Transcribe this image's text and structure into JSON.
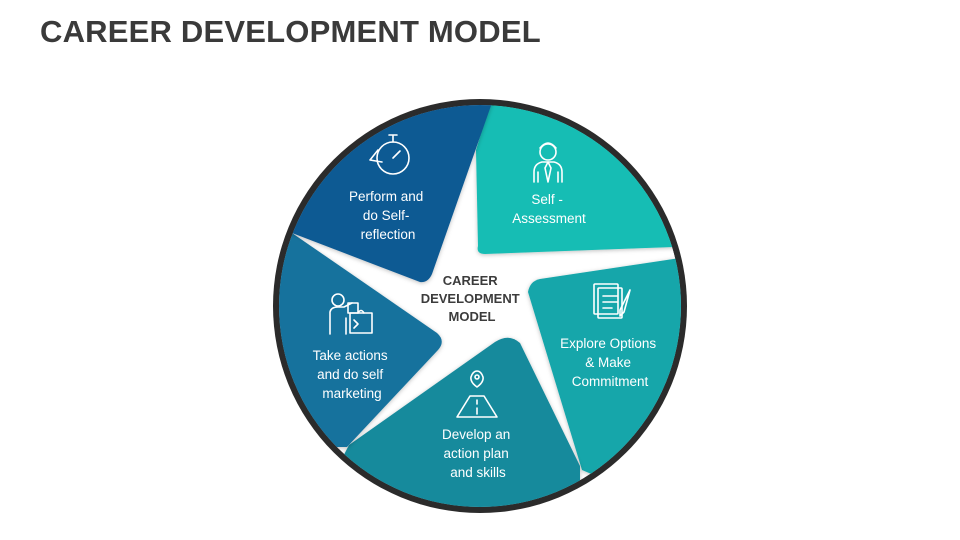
{
  "title": "CAREER DEVELOPMENT MODEL",
  "center": {
    "lines": [
      "CAREER",
      "DEVELOPMENT",
      "MODEL"
    ]
  },
  "segments": [
    {
      "id": "self-assessment",
      "lines": [
        "Self -",
        "Assessment"
      ],
      "color": "#16bdb4",
      "icon": "businessman-icon"
    },
    {
      "id": "explore-options",
      "lines": [
        "Explore Options",
        "& Make",
        "Commitment"
      ],
      "color": "#13a6aa",
      "icon": "document-pen-icon"
    },
    {
      "id": "develop-plan",
      "lines": [
        "Develop an",
        "action plan",
        "and skills"
      ],
      "color": "#168a9c",
      "icon": "road-pin-icon"
    },
    {
      "id": "take-actions",
      "lines": [
        "Take actions",
        "and do self",
        "marketing"
      ],
      "color": "#13729d",
      "icon": "puzzle-person-icon"
    },
    {
      "id": "perform-reflect",
      "lines": [
        "Perform and",
        "do Self-",
        "reflection"
      ],
      "color": "#115a93",
      "icon": "stopwatch-icon"
    }
  ],
  "colors": {
    "ring": "#2b2b2b",
    "star": "#ffffff",
    "title": "#3a3a3a"
  }
}
